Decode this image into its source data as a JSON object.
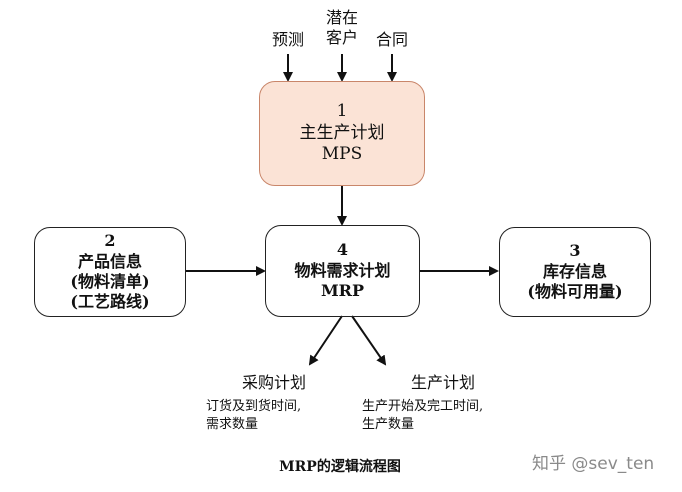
{
  "inputs": {
    "forecast": "预测",
    "potential_customers_line1": "潜在",
    "potential_customers_line2": "客户",
    "contract": "合同"
  },
  "boxes": {
    "mps": {
      "number": "1",
      "title": "主生产计划",
      "abbr": "MPS",
      "fill": "#fbe3d6",
      "border": "#c9866a"
    },
    "product_info": {
      "number": "2",
      "title": "产品信息",
      "line2": "(物料清单)",
      "line3": "(工艺路线)"
    },
    "mrp": {
      "number": "4",
      "title": "物料需求计划",
      "abbr": "MRP"
    },
    "inventory": {
      "number": "3",
      "title": "库存信息",
      "line2": "(物料可用量)"
    }
  },
  "outputs": {
    "purchase": {
      "title": "采购计划",
      "detail_line1": "订货及到货时间,",
      "detail_line2": "需求数量"
    },
    "production": {
      "title": "生产计划",
      "detail_line1": "生产开始及完工时间,",
      "detail_line2": "生产数量"
    }
  },
  "caption": "MRP的逻辑流程图",
  "watermark": "知乎 @sev_ten"
}
